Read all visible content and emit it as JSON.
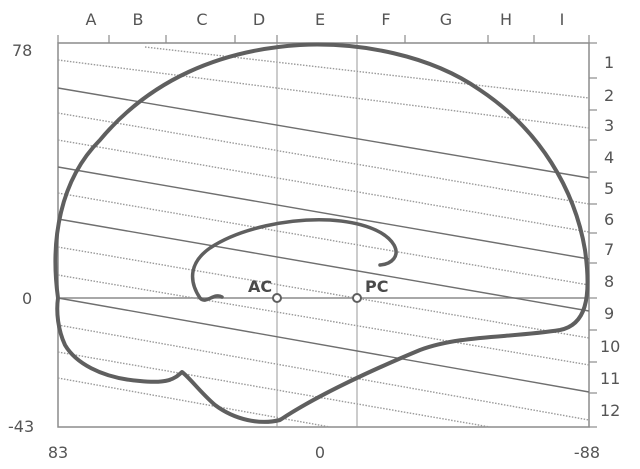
{
  "diagram": {
    "top_columns": [
      "A",
      "B",
      "C",
      "D",
      "E",
      "F",
      "G",
      "H",
      "I"
    ],
    "right_rows": [
      "1",
      "2",
      "3",
      "4",
      "5",
      "6",
      "7",
      "8",
      "9",
      "10",
      "11",
      "12"
    ],
    "left_axis": {
      "top": "78",
      "zero": "0",
      "bottom": "-43"
    },
    "bottom_axis": {
      "left": "83",
      "zero": "0",
      "right": "-88"
    },
    "points": [
      {
        "id": "ac",
        "label": "AC"
      },
      {
        "id": "pc",
        "label": "PC"
      }
    ],
    "colors": {
      "frame": "#8c8c8c",
      "grid": "#9a9a9a",
      "outline": "#5f5f5f",
      "text": "#555555"
    }
  }
}
